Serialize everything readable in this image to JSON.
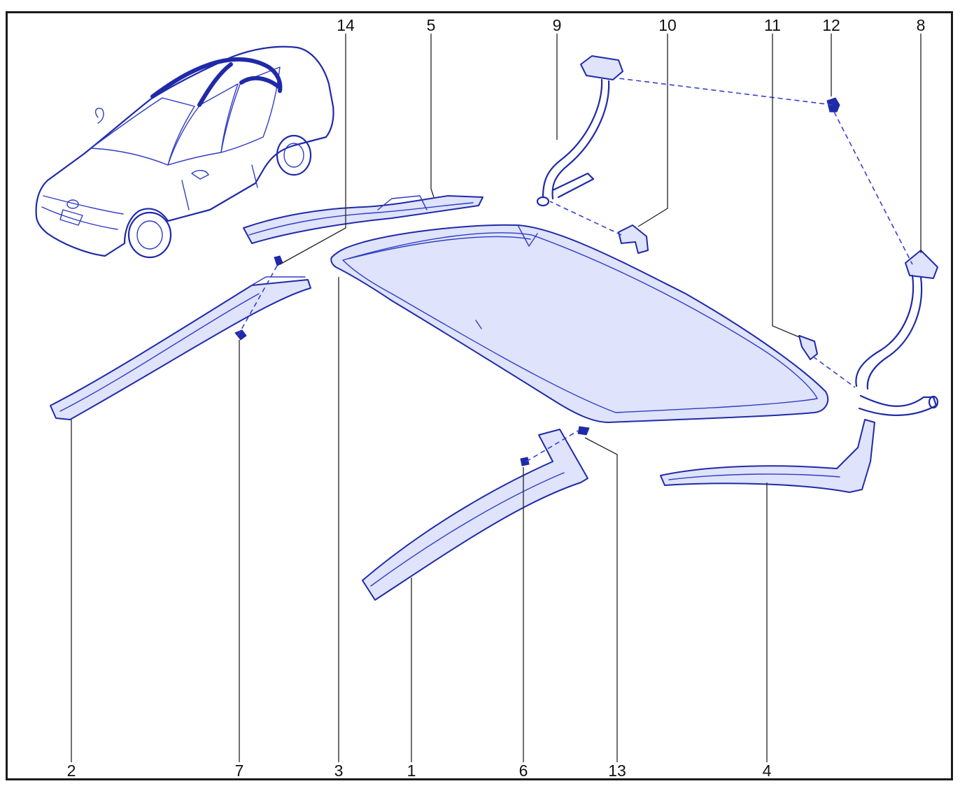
{
  "diagram": {
    "accent_color": "#1f2aa8",
    "callouts": [
      "1",
      "2",
      "3",
      "4",
      "5",
      "6",
      "7",
      "8",
      "9",
      "10",
      "11",
      "12",
      "13",
      "14"
    ]
  }
}
